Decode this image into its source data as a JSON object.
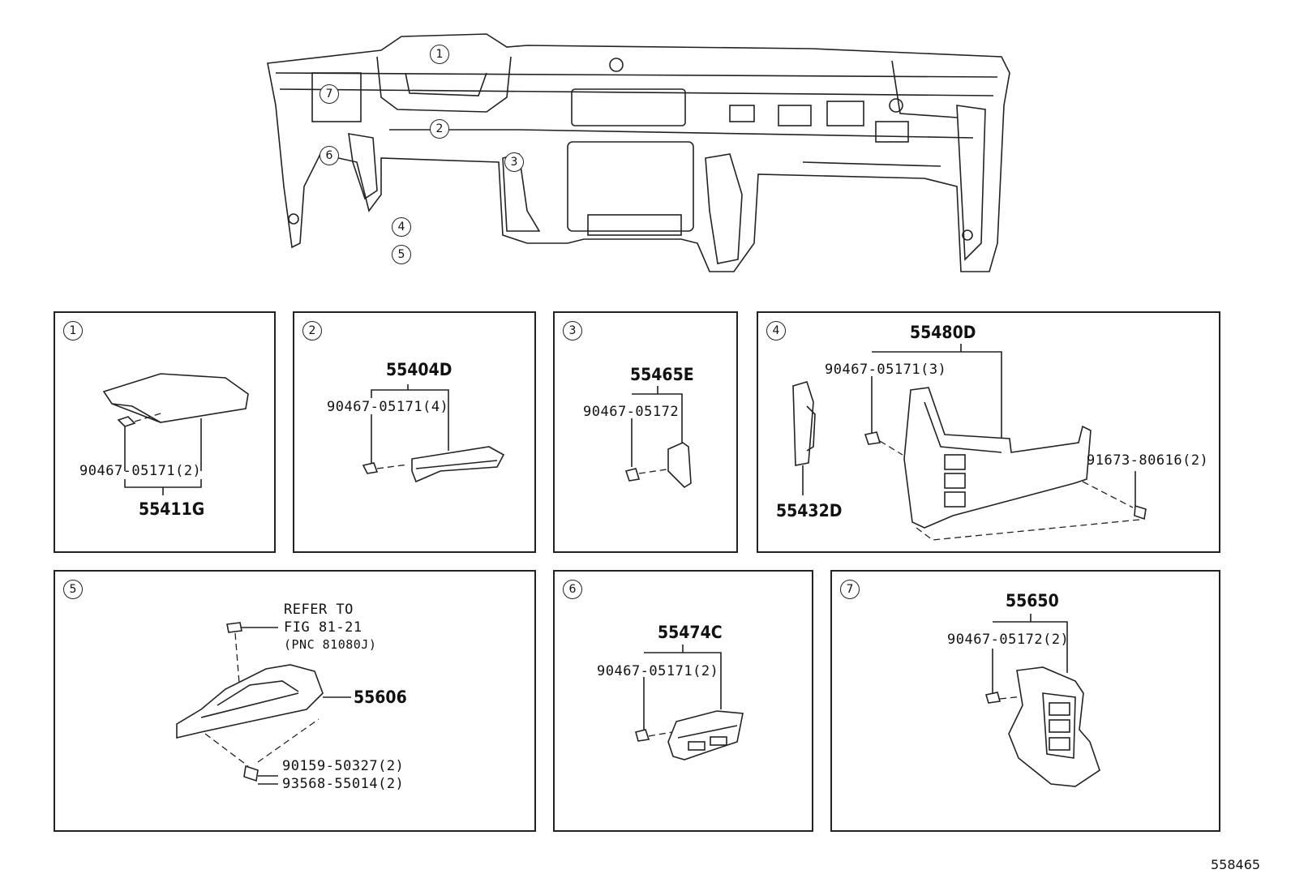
{
  "overview": {
    "callouts": [
      "1",
      "2",
      "3",
      "4",
      "5",
      "6",
      "7"
    ]
  },
  "panels": [
    {
      "id": "1",
      "parts": [
        "90467-05171(2)",
        "55411G"
      ]
    },
    {
      "id": "2",
      "parts": [
        "55404D",
        "90467-05171(4)"
      ]
    },
    {
      "id": "3",
      "parts": [
        "55465E",
        "90467-05172"
      ]
    },
    {
      "id": "4",
      "parts": [
        "55480D",
        "90467-05171(3)",
        "91673-80616(2)",
        "55432D"
      ]
    },
    {
      "id": "5",
      "parts": [
        "55606",
        "90159-50327(2)",
        "93568-55014(2)"
      ],
      "refer": [
        "REFER TO",
        "FIG 81-21",
        "(PNC 81080J)"
      ]
    },
    {
      "id": "6",
      "parts": [
        "55474C",
        "90467-05171(2)"
      ]
    },
    {
      "id": "7",
      "parts": [
        "55650",
        "90467-05172(2)"
      ]
    }
  ],
  "catalog_number": "558465"
}
